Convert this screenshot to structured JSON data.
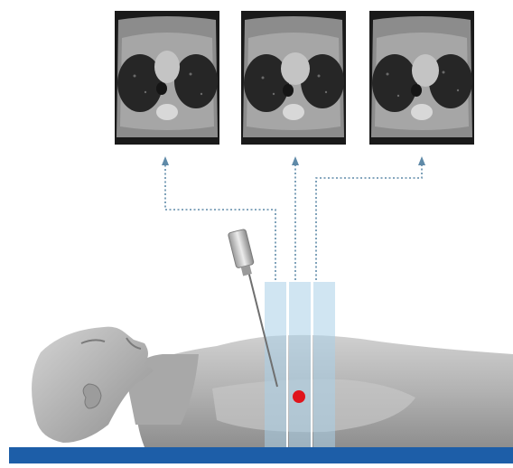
{
  "diagram": {
    "ct_slices": [
      {
        "id": "slice-left"
      },
      {
        "id": "slice-middle"
      },
      {
        "id": "slice-right"
      }
    ],
    "colors": {
      "background": "#ffffff",
      "ct_frame": "#1a1a1a",
      "ct_tissue": "#9a9a9a",
      "lung": "#2a2a2a",
      "arrow": "#5f8aa8",
      "beam": "#a9d0e8",
      "table": "#1d5ea8",
      "body_skin": "#b4b4b4",
      "target": "#e0141c",
      "needle": "#c8c8c8"
    },
    "icons": {
      "needle": "biopsy-needle-icon",
      "target": "lesion-dot-icon",
      "patient": "patient-body-icon",
      "table": "scanner-table-icon"
    }
  }
}
